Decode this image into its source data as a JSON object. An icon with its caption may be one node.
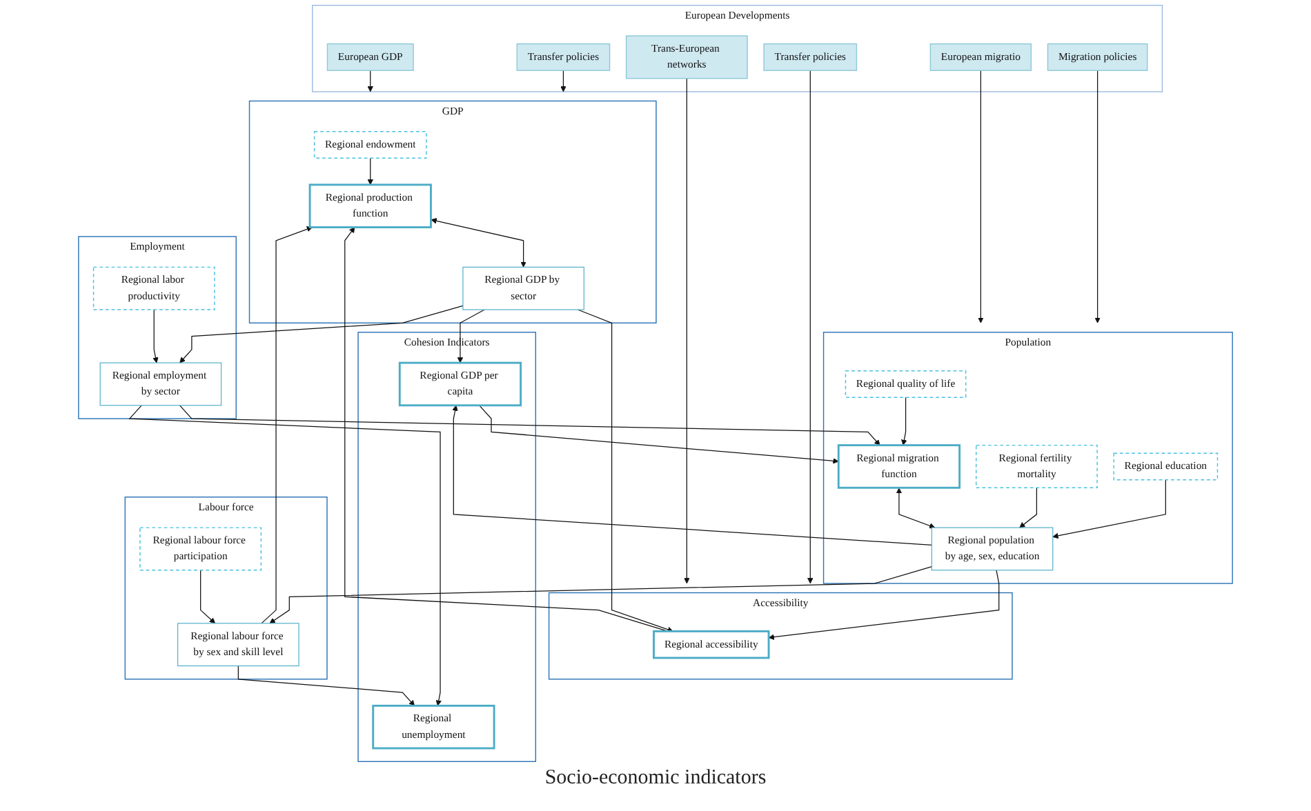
{
  "diagram": {
    "nodes": [
      {
        "text": [
          "European Developments"
        ]
      },
      {
        "text": [
          "European GDP"
        ],
        "in": 0
      },
      {
        "text": [
          "Transfer policies"
        ],
        "in": 0
      },
      {
        "text": [
          "Trans-European networks"
        ],
        "in": 0
      },
      {
        "text": [
          "Transfer policies"
        ],
        "in": 0
      },
      {
        "text": [
          "European migratio"
        ],
        "in": 0
      },
      {
        "text": [
          "Migration policies"
        ],
        "in": 0
      },
      {
        "text": [
          "GDP"
        ]
      },
      {
        "text": [
          "Regional endowment"
        ],
        "in": 7
      },
      {
        "text": [
          "Regional production function"
        ],
        "in": 7
      },
      {
        "text": [
          "Regional GDP by sector"
        ],
        "in": 7
      },
      {
        "text": [
          "Accessibility"
        ]
      },
      {
        "text": [
          "Regional accessibility"
        ],
        "in": 11
      },
      {
        "text": [
          "Population"
        ]
      },
      {
        "text": [
          "Regional migration function"
        ],
        "in": 13
      },
      {
        "text": [
          "Regional quality of life"
        ],
        "in": 13
      },
      {
        "text": [
          "Regional fertility mortality"
        ],
        "in": 13
      },
      {
        "text": [
          "Regional population by age, sex, education"
        ],
        "in": 13
      },
      {
        "text": [
          "Regional education"
        ],
        "in": 13
      },
      {
        "text": [
          "Cohesion Indicators"
        ]
      },
      {
        "text": [
          "Regional GDP per capita"
        ],
        "in": 19
      },
      {
        "text": [
          "Regional unemployment"
        ],
        "in": 19
      },
      {
        "text": [
          "Employment"
        ]
      },
      {
        "text": [
          "Regional labor productivity"
        ],
        "in": 22
      },
      {
        "text": [
          "Regional employment by sector"
        ],
        "in": 22
      },
      {
        "text": [
          "Labour force"
        ]
      },
      {
        "text": [
          "Regional labour force by sex and skill level"
        ],
        "in": 25
      },
      {
        "text": [
          "Regional labour force participation"
        ],
        "in": 25
      }
    ],
    "edges": [
      {
        "from": 1,
        "to": 7,
        "arrow": "to"
      },
      {
        "from": 2,
        "to": 7,
        "arrow": "to"
      },
      {
        "from": 3,
        "to": 11,
        "arrow": "to"
      },
      {
        "from": 4,
        "to": 11,
        "arrow": "to"
      },
      {
        "from": 5,
        "to": 13,
        "arrow": "to"
      },
      {
        "from": 6,
        "to": 13,
        "arrow": "to"
      },
      {
        "from": 8,
        "to": 9,
        "arrow": "to"
      },
      {
        "from": 12,
        "to": 9,
        "arrow": "to"
      },
      {
        "from": 9,
        "to": 10,
        "arrow": "both"
      },
      {
        "from": 10,
        "to": 12,
        "arrow": "to"
      },
      {
        "from": 10,
        "to": 20,
        "arrow": "to"
      },
      {
        "from": 10,
        "to": 24,
        "arrow": "to"
      },
      {
        "from": 26,
        "to": 9,
        "arrow": "to"
      },
      {
        "from": 15,
        "to": 14,
        "arrow": "to"
      },
      {
        "from": 14,
        "to": 17,
        "arrow": "both"
      },
      {
        "from": 16,
        "to": 17,
        "arrow": "to"
      },
      {
        "from": 18,
        "to": 17,
        "arrow": "to"
      },
      {
        "from": 17,
        "to": 12,
        "arrow": "to"
      },
      {
        "from": 17,
        "to": 20,
        "arrow": "to"
      },
      {
        "from": 20,
        "to": 14,
        "arrow": "to"
      },
      {
        "from": 24,
        "to": 14,
        "arrow": "to"
      },
      {
        "from": 17,
        "to": 26,
        "arrow": "to"
      },
      {
        "from": 23,
        "to": 24,
        "arrow": "to"
      },
      {
        "from": 24,
        "to": 21,
        "arrow": "to"
      },
      {
        "from": 26,
        "to": 21,
        "arrow": "to"
      },
      {
        "from": 27,
        "to": 26,
        "arrow": "to"
      }
    ],
    "labels": [
      "Socio-economic indicators"
    ]
  }
}
